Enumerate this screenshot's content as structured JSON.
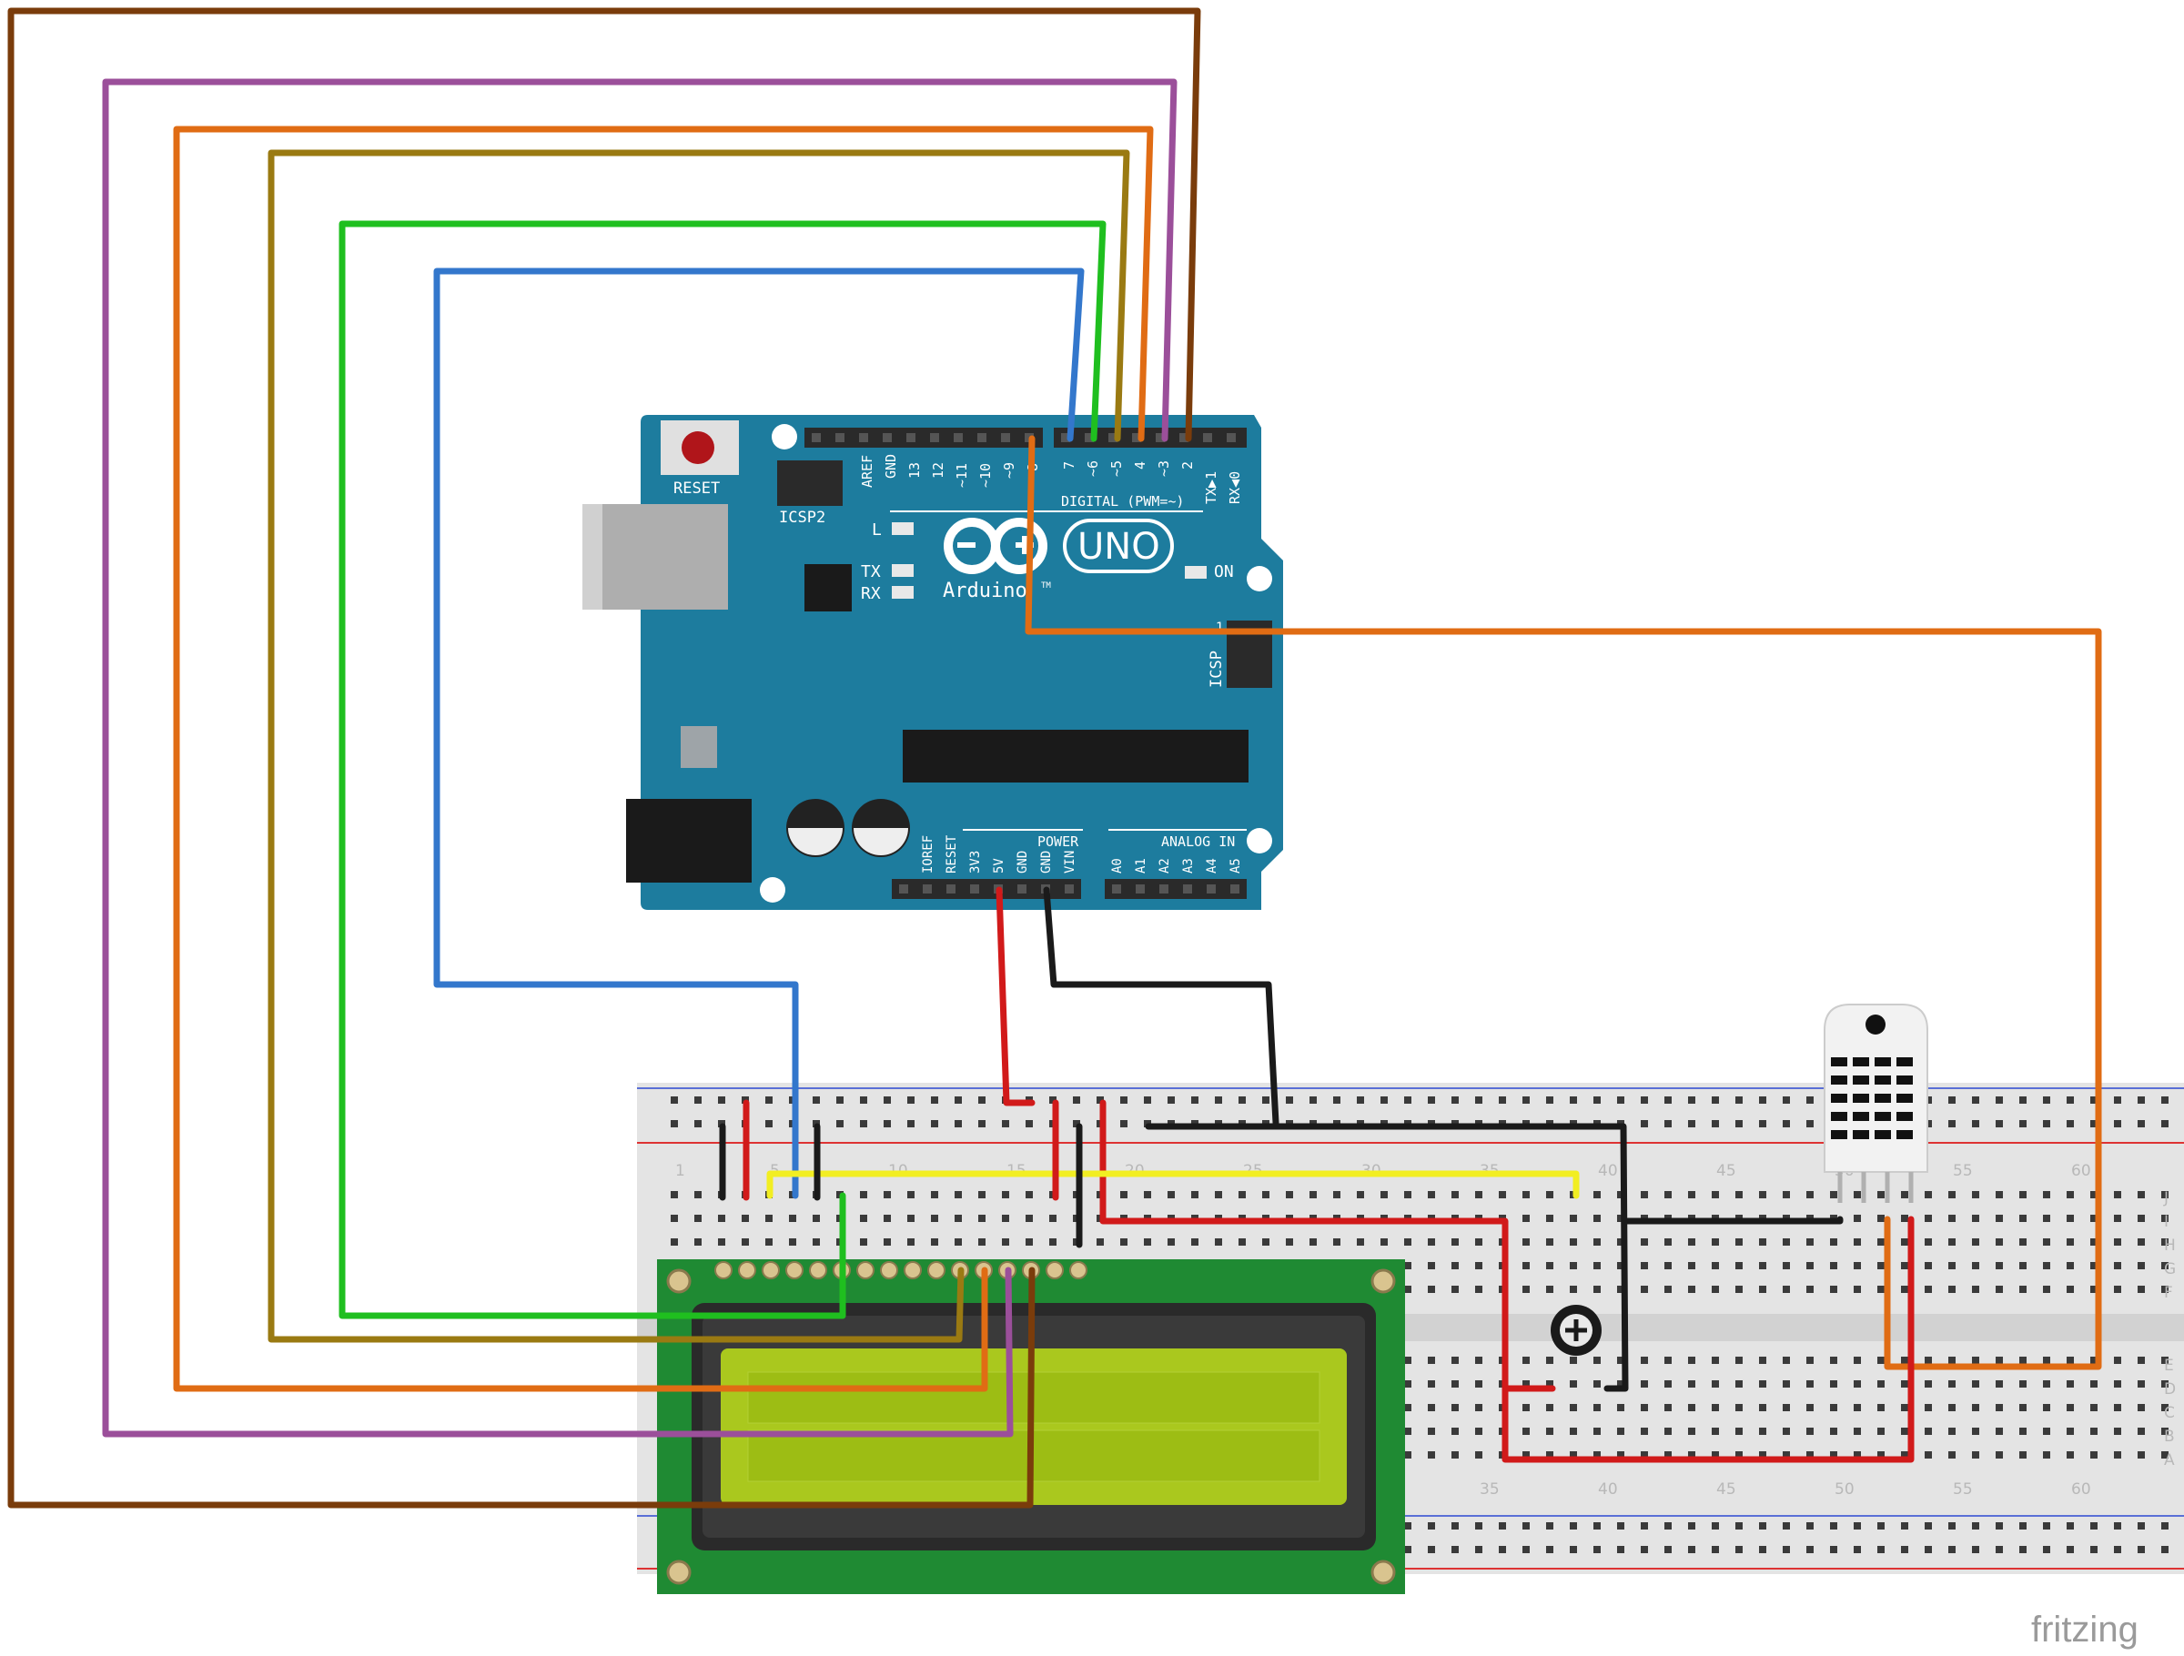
{
  "arduino": {
    "reset_label": "RESET",
    "icsp2_label": "ICSP2",
    "icsp_label": "ICSP",
    "icsp_pin1": "1",
    "led_l": "L",
    "led_tx": "TX",
    "led_rx": "RX",
    "led_on": "ON",
    "uno_logo": "UNO",
    "brand": "Arduino",
    "tm": "TM",
    "digital_label": "DIGITAL (PWM=~)",
    "power_label": "POWER",
    "analog_label": "ANALOG IN",
    "top_pins": [
      "AREF",
      "GND",
      "13",
      "12",
      "~11",
      "~10",
      "~9",
      "8"
    ],
    "digital_pins": [
      "7",
      "~6",
      "~5",
      "4",
      "~3",
      "2",
      "TX▶1",
      "RX◀0"
    ],
    "power_pins": [
      "IOREF",
      "RESET",
      "3V3",
      "5V",
      "GND",
      "GND",
      "VIN"
    ],
    "analog_pins": [
      "A0",
      "A1",
      "A2",
      "A3",
      "A4",
      "A5"
    ]
  },
  "breadboard": {
    "top_numbers": [
      "1",
      "5",
      "10",
      "15",
      "20",
      "25",
      "30",
      "35",
      "40",
      "45",
      "50",
      "55",
      "60"
    ],
    "bottom_numbers": [
      "35",
      "40",
      "45",
      "50",
      "55",
      "60"
    ],
    "row_letters_top": [
      "J",
      "I",
      "H",
      "G",
      "F"
    ],
    "row_letters_bottom": [
      "E",
      "D",
      "C",
      "B",
      "A"
    ]
  },
  "watermark": "fritzing",
  "wire_colors": {
    "brown": "#7a3c0b",
    "purple": "#9b4f9a",
    "orange": "#e06c14",
    "olive": "#9a7a12",
    "green": "#1fbf1f",
    "blue": "#3377cc",
    "red": "#d11a1a",
    "black": "#1a1a1a",
    "yellow": "#f2ee22"
  }
}
